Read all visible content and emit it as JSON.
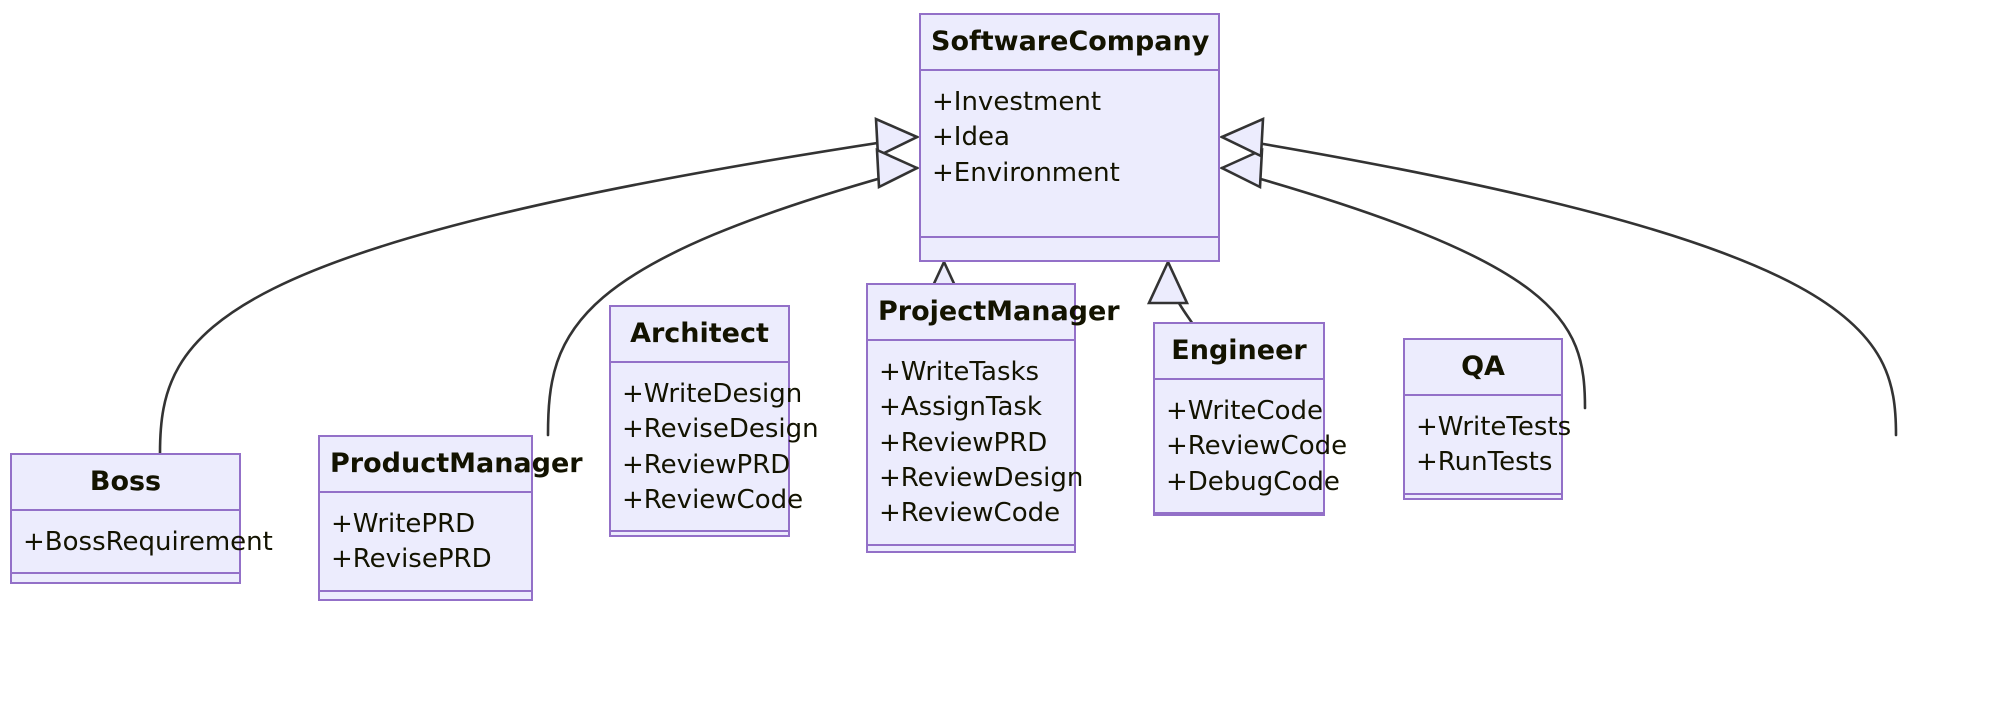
{
  "diagram": {
    "kind": "uml-class-diagram",
    "relationship_type": "generalization",
    "colors": {
      "class_fill": "#ECECFD",
      "class_border": "#9370C8",
      "edge_stroke": "#333333",
      "text": "#131300",
      "background": "#FFFFFF",
      "arrowhead_fill": "#ECECFD"
    },
    "classes": [
      {
        "id": "softwarecompany",
        "name": "SoftwareCompany",
        "attributes": [
          "+Investment",
          "+Idea",
          "+Environment"
        ],
        "methods": []
      },
      {
        "id": "boss",
        "name": "Boss",
        "attributes": [
          "+BossRequirement"
        ],
        "methods": []
      },
      {
        "id": "productmanager",
        "name": "ProductManager",
        "attributes": [
          "+WritePRD",
          "+RevisePRD"
        ],
        "methods": []
      },
      {
        "id": "architect",
        "name": "Architect",
        "attributes": [
          "+WriteDesign",
          "+ReviseDesign",
          "+ReviewPRD",
          "+ReviewCode"
        ],
        "methods": []
      },
      {
        "id": "projectmanager",
        "name": "ProjectManager",
        "attributes": [
          "+WriteTasks",
          "+AssignTask",
          "+ReviewPRD",
          "+ReviewDesign",
          "+ReviewCode"
        ],
        "methods": []
      },
      {
        "id": "engineer",
        "name": "Engineer",
        "attributes": [
          "+WriteCode",
          "+ReviewCode",
          "+DebugCode"
        ],
        "methods": []
      },
      {
        "id": "qa",
        "name": "QA",
        "attributes": [
          "+WriteTests",
          "+RunTests"
        ],
        "methods": []
      }
    ],
    "edges": [
      {
        "from": "boss",
        "to": "softwarecompany",
        "type": "generalization"
      },
      {
        "from": "productmanager",
        "to": "softwarecompany",
        "type": "generalization"
      },
      {
        "from": "architect",
        "to": "softwarecompany",
        "type": "generalization"
      },
      {
        "from": "projectmanager",
        "to": "softwarecompany",
        "type": "generalization"
      },
      {
        "from": "engineer",
        "to": "softwarecompany",
        "type": "generalization"
      },
      {
        "from": "qa",
        "to": "softwarecompany",
        "type": "generalization"
      }
    ]
  }
}
